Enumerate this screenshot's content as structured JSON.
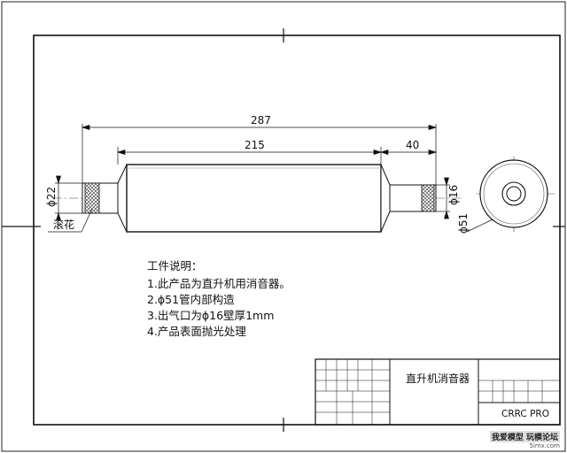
{
  "dimensions": {
    "overall_length": "287",
    "body_length": "215",
    "outlet_length": "40",
    "inlet_diameter": "ϕ22",
    "outlet_diameter": "ϕ16",
    "body_diameter": "ϕ51"
  },
  "knurl_label": "滚花",
  "notes": {
    "heading": "工件说明：",
    "items": [
      "1.此产品为直升机用消音器。",
      "2.ϕ51管内部构造",
      "3.出气口为ϕ16壁厚1mm",
      "4.产品表面抛光处理"
    ]
  },
  "title_block": {
    "part_name": "直升机消音器",
    "company": "CRRC PRO"
  },
  "watermark": {
    "line1": "我爱模型 玩模论坛",
    "line2": "5imx.com"
  }
}
